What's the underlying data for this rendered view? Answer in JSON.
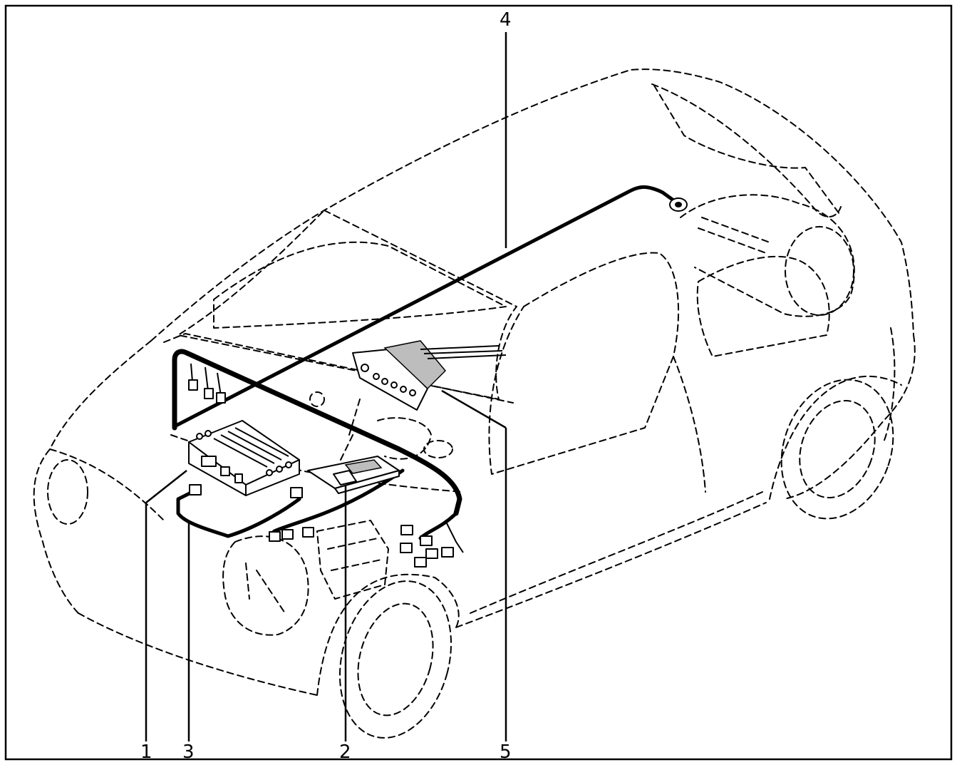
{
  "diagram": {
    "callouts": {
      "c1": "1",
      "c2": "2",
      "c3": "3",
      "c4": "4",
      "c5": "5"
    },
    "colors": {
      "line": "#000000",
      "background": "#ffffff",
      "shading": "#bdbdbd"
    }
  }
}
